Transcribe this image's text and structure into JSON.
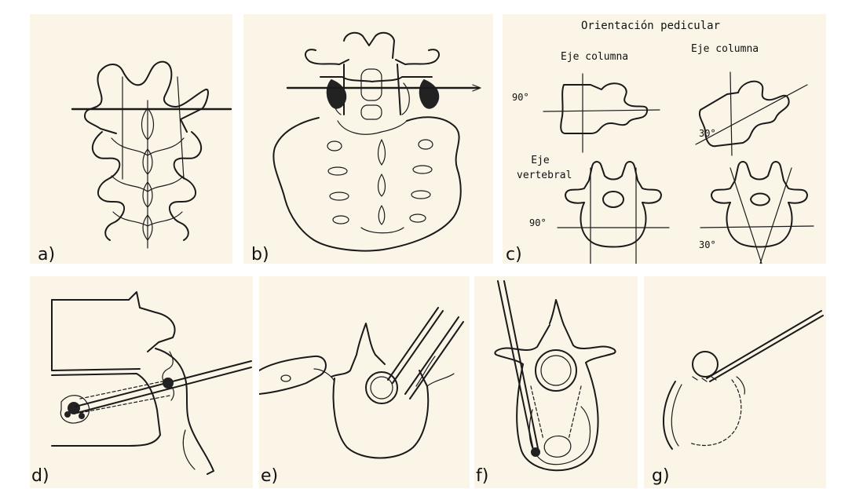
{
  "panels": {
    "a": {
      "label": "a)"
    },
    "b": {
      "label": "b)"
    },
    "c": {
      "label": "c)",
      "title": "Orientación pedicular",
      "axis_column_left": "Eje columna",
      "axis_column_right": "Eje columna",
      "axis_vertebral": "Eje vertebral",
      "angle_top_left": "90°",
      "angle_top_right": "30°",
      "angle_bottom_left": "90°",
      "angle_bottom_right": "30°"
    },
    "d": {
      "label": "d)"
    },
    "e": {
      "label": "e)"
    },
    "f": {
      "label": "f)"
    },
    "g": {
      "label": "g)"
    }
  },
  "colors": {
    "panel_background": "#fbf5e8",
    "line": "#1a1a1a",
    "page_background": "#ffffff"
  }
}
